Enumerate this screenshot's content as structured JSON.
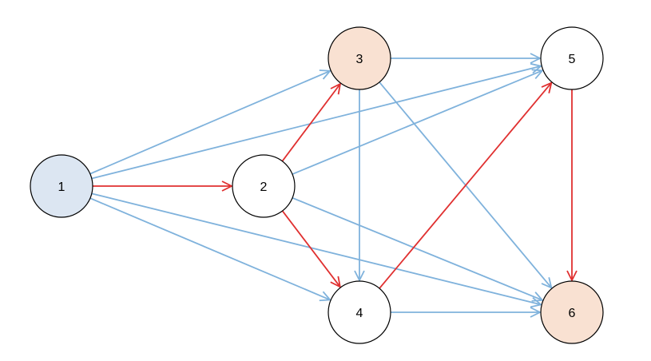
{
  "nodes": [
    {
      "id": "1",
      "label": "1",
      "fill": "#dce6f2"
    },
    {
      "id": "2",
      "label": "2",
      "fill": "#ffffff"
    },
    {
      "id": "3",
      "label": "3",
      "fill": "#f9e1d2"
    },
    {
      "id": "4",
      "label": "4",
      "fill": "#ffffff"
    },
    {
      "id": "5",
      "label": "5",
      "fill": "#ffffff"
    },
    {
      "id": "6",
      "label": "6",
      "fill": "#f9e1d2"
    }
  ],
  "edges": [
    {
      "from": "1",
      "to": "3",
      "color": "blue"
    },
    {
      "from": "1",
      "to": "5",
      "color": "blue"
    },
    {
      "from": "1",
      "to": "2",
      "color": "red"
    },
    {
      "from": "1",
      "to": "4",
      "color": "blue"
    },
    {
      "from": "1",
      "to": "6",
      "color": "blue"
    },
    {
      "from": "2",
      "to": "3",
      "color": "red"
    },
    {
      "from": "2",
      "to": "5",
      "color": "blue"
    },
    {
      "from": "2",
      "to": "4",
      "color": "red"
    },
    {
      "from": "2",
      "to": "6",
      "color": "blue"
    },
    {
      "from": "3",
      "to": "5",
      "color": "blue"
    },
    {
      "from": "3",
      "to": "4",
      "color": "blue"
    },
    {
      "from": "3",
      "to": "6",
      "color": "blue"
    },
    {
      "from": "4",
      "to": "5",
      "color": "red"
    },
    {
      "from": "4",
      "to": "6",
      "color": "blue"
    },
    {
      "from": "5",
      "to": "6",
      "color": "red"
    }
  ],
  "colors": {
    "blue": "#7fb2dc",
    "red": "#e03030",
    "node_stroke": "#000000"
  }
}
